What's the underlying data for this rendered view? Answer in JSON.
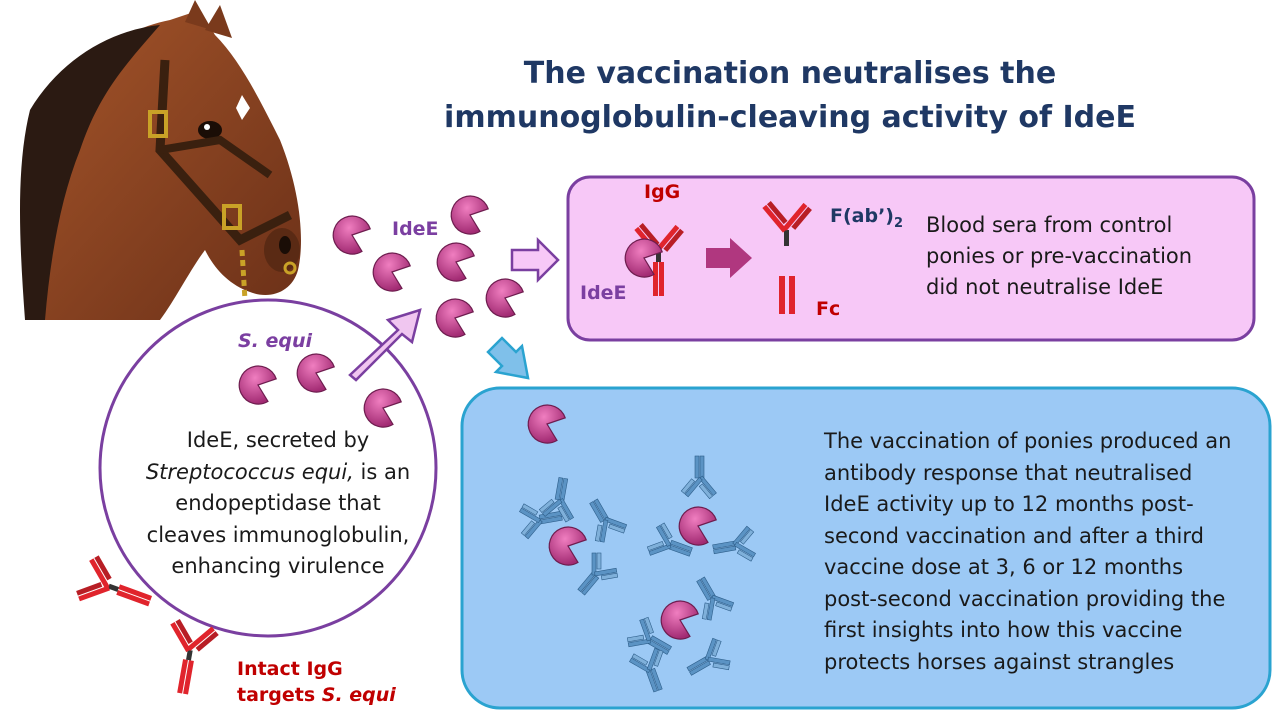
{
  "title_line1": "The vaccination neutralises the",
  "title_line2": "immunoglobulin-cleaving activity of IdeE",
  "labels": {
    "idee_top": "IdeE",
    "s_equi": "S. equi",
    "igg": "IgG",
    "fab_prefix": "F(ab’)",
    "fab_sub": "2",
    "idee_box": "IdeE",
    "fc": "Fc",
    "intact_line1": "Intact IgG",
    "intact_line2_prefix": "targets ",
    "intact_line2_italic": "S. equi"
  },
  "circle_text": {
    "line1": "IdeE, secreted by",
    "line2_italic": "Streptococcus equi,",
    "line2_rest": " is an",
    "line3": "endopeptidase that",
    "line4": "cleaves immunoglobulin,",
    "line5": "enhancing virulence"
  },
  "pink_text": [
    "Blood sera from control",
    "ponies or pre-vaccination",
    "did not neutralise IdeE"
  ],
  "blue_text": [
    "The vaccination of ponies produced an",
    "antibody response that neutralised",
    "IdeE activity up to 12 months post-",
    "second vaccination and after a third",
    "vaccine dose at 3, 6 or 12 months",
    "post-second vaccination providing the",
    "first insights into how this vaccine",
    "protects horses against strangles"
  ],
  "colors": {
    "title": "#1f3864",
    "enzyme": "#b0377f",
    "antibody_red": "#e0242c",
    "antibody_blue": "#5b93c4",
    "circle_border": "#7a3fa0",
    "pink_box": "#f7c8f7",
    "blue_box": "#9cc9f5"
  },
  "icons": [
    "horse-illustration",
    "idee-enzyme-icon",
    "igg-antibody-icon",
    "arrow-icon"
  ]
}
